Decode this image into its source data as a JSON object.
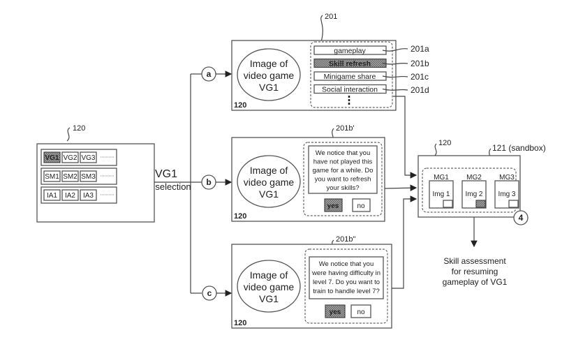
{
  "left_panel": {
    "ref": "120",
    "rows": [
      {
        "items": [
          "VG1",
          "VG2",
          "VG3"
        ],
        "selected": 0
      },
      {
        "items": [
          "SM1",
          "SM2",
          "SM3"
        ],
        "selected": -1
      },
      {
        "items": [
          "IA1",
          "IA2",
          "IA3"
        ],
        "selected": -1
      }
    ]
  },
  "selection_label": {
    "line1": "VG1",
    "line2": "selection"
  },
  "branches": {
    "a": "a",
    "b": "b",
    "c": "c"
  },
  "panel_a": {
    "ref": "201",
    "screen_ref": "120",
    "image_text": [
      "Image of",
      "video game",
      "VG1"
    ],
    "menu": [
      {
        "label": "gameplay",
        "ref": "201a",
        "highlighted": false
      },
      {
        "label": "Skill refresh",
        "ref": "201b",
        "highlighted": true
      },
      {
        "label": "Minigame share",
        "ref": "201c",
        "highlighted": false
      },
      {
        "label": "Social interaction",
        "ref": "201d",
        "highlighted": false
      }
    ]
  },
  "panel_b": {
    "ref": "201b'",
    "screen_ref": "120",
    "image_text": [
      "Image of",
      "video game",
      "VG1"
    ],
    "message": [
      "We notice that you",
      "have not played this",
      "game for a while.  Do",
      "you want to refresh",
      "your skills?"
    ],
    "yes_label": "yes",
    "no_label": "no"
  },
  "panel_c": {
    "ref": "201b\"",
    "screen_ref": "120",
    "image_text": [
      "Image of",
      "video game",
      "VG1"
    ],
    "message": [
      "We notice that you",
      "were having difficulty in",
      "level 7.  Do you want to",
      "train to handle level 7?"
    ],
    "yes_label": "yes",
    "no_label": "no"
  },
  "sandbox_panel": {
    "ref": "120",
    "sandbox_ref": "121 (sandbox)",
    "step": "4",
    "minigames": [
      {
        "title": "MG1",
        "image": "Img 1",
        "badge_filled": false
      },
      {
        "title": "MG2",
        "image": "Img 2",
        "badge_filled": true
      },
      {
        "title": "MG3",
        "image": "Img 3",
        "badge_filled": false
      }
    ]
  },
  "outcome": [
    "Skill assessment",
    "for resuming",
    "gameplay of VG1"
  ]
}
